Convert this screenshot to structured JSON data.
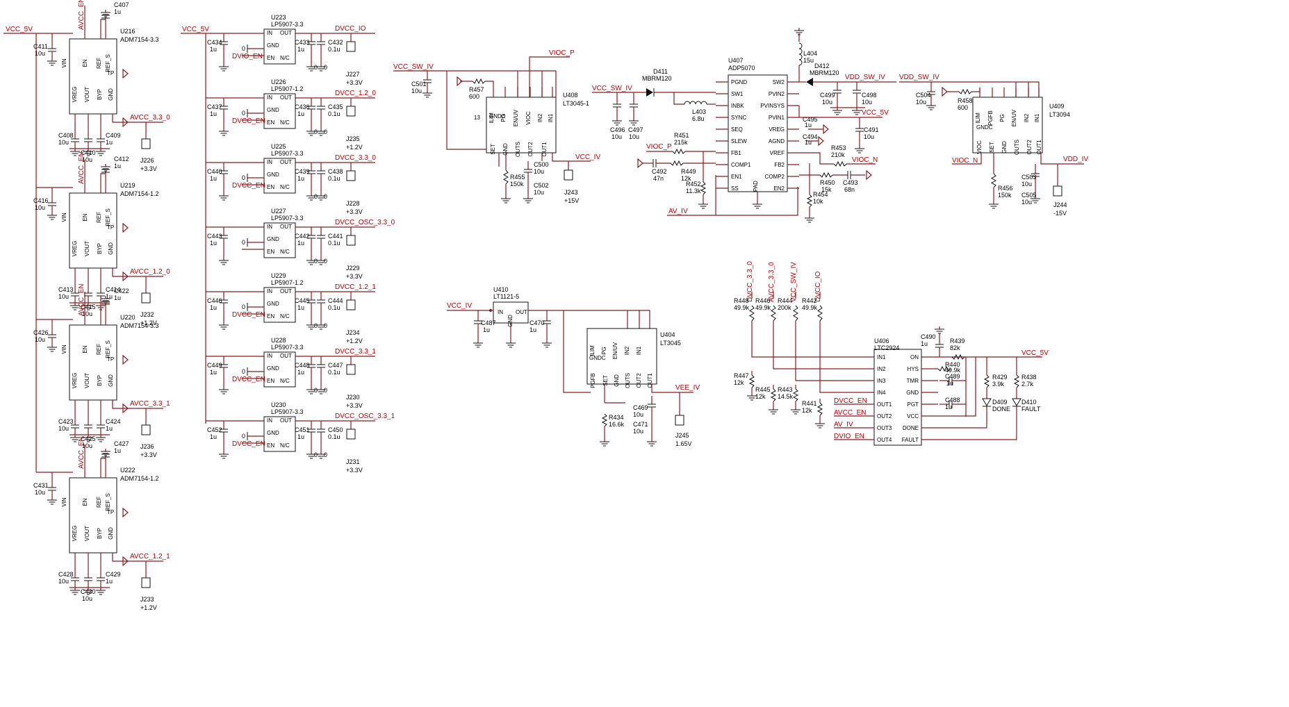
{
  "colors": {
    "wire": "#8b1a1a",
    "net": "#c00000",
    "ink": "#111111"
  },
  "adm": [
    {
      "ref": "U216",
      "part": "ADM7154-3.3",
      "cin": "C411",
      "cinv": "10u",
      "en": "AVCC_EN",
      "cref": "C407",
      "crefv": "1u",
      "c1": "C408",
      "c1v": "10u",
      "c2": "C410",
      "c2v": "10u",
      "c3": "C409",
      "c3v": "1u",
      "out": "AVCC_3.3_0",
      "jref": "J226",
      "jv": "+3.3V"
    },
    {
      "ref": "U219",
      "part": "ADM7154-1.2",
      "cin": "C416",
      "cinv": "10u",
      "en": "AVCC_EN",
      "cref": "C412",
      "crefv": "1u",
      "c1": "C413",
      "c1v": "10u",
      "c2": "C415",
      "c2v": "10u",
      "c3": "C414",
      "c3v": "1u",
      "out": "AVCC_1.2_0",
      "jref": "J232",
      "jv": "+1.2V"
    },
    {
      "ref": "U220",
      "part": "ADM7154-3.3",
      "cin": "C426",
      "cinv": "10u",
      "en": "AVCC_EN",
      "cref": "C422",
      "crefv": "1u",
      "c1": "C423",
      "c1v": "10u",
      "c2": "C425",
      "c2v": "10u",
      "c3": "C424",
      "c3v": "1u",
      "out": "AVCC_3.3_1",
      "jref": "J236",
      "jv": "+3.3V"
    },
    {
      "ref": "U222",
      "part": "ADM7154-1.2",
      "cin": "C431",
      "cinv": "10u",
      "en": "AVCC_EN",
      "cref": "C427",
      "crefv": "1u",
      "c1": "C428",
      "c1v": "10u",
      "c2": "C430",
      "c2v": "10u",
      "c3": "C429",
      "c3v": "1u",
      "out": "AVCC_1.2_1",
      "jref": "J233",
      "jv": "+1.2V"
    }
  ],
  "adm_pins": {
    "vin": "VIN",
    "en": "EN",
    "ref": "REF",
    "refs": "REF_S",
    "vreg": "VREG",
    "vout": "VOUT",
    "byp": "BYP",
    "gnd": "GND",
    "tp": "TP"
  },
  "vcc5": "VCC_5V",
  "lp": [
    {
      "ref": "U223",
      "part": "LP5907-3.3",
      "cin": "C434",
      "c1": "C433",
      "c2": "C432",
      "en": "DVIO_EN",
      "out": "DVCC_IO",
      "jref": "J227",
      "jv": "+3.3V"
    },
    {
      "ref": "U226",
      "part": "LP5907-1.2",
      "cin": "C437",
      "c1": "C436",
      "c2": "C435",
      "en": "DVCC_EN",
      "out": "DVCC_1.2_0",
      "jref": "J235",
      "jv": "+1.2V"
    },
    {
      "ref": "U225",
      "part": "LP5907-3.3",
      "cin": "C440",
      "c1": "C439",
      "c2": "C438",
      "en": "DVCC_EN",
      "out": "DVCC_3.3_0",
      "jref": "J228",
      "jv": "+3.3V"
    },
    {
      "ref": "U227",
      "part": "LP5907-3.3",
      "cin": "C443",
      "c1": "C442",
      "c2": "C441",
      "en": "",
      "out": "DVCC_OSC_3.3_0",
      "jref": "J229",
      "jv": "+3.3V"
    },
    {
      "ref": "U229",
      "part": "LP5907-1.2",
      "cin": "C446",
      "c1": "C445",
      "c2": "C444",
      "en": "DVCC_EN",
      "out": "DVCC_1.2_1",
      "jref": "J234",
      "jv": "+1.2V"
    },
    {
      "ref": "U228",
      "part": "LP5907-3.3",
      "cin": "C449",
      "c1": "C448",
      "c2": "C447",
      "en": "DVCC_EN",
      "out": "DVCC_3.3_1",
      "jref": "J230",
      "jv": "+3.3V"
    },
    {
      "ref": "U230",
      "part": "LP5907-3.3",
      "cin": "C452",
      "c1": "C451",
      "c2": "C450",
      "en": "DVCC_EN",
      "out": "DVCC_OSC_3.3_1",
      "jref": "J231",
      "jv": "+3.3V"
    }
  ],
  "lp_pins": {
    "in": "IN",
    "gnd": "GND",
    "en": "EN",
    "out": "OUT",
    "nc": "N/C"
  },
  "lp_vals": {
    "cin": "1u",
    "c1": "1u",
    "c2": "0.1u",
    "zero": "0"
  },
  "u408": {
    "ref": "U408",
    "part": "LT3045-1",
    "vin_net": "VCC_SW_IV",
    "viocp": "VIOC_P",
    "out": "VCC_IV",
    "c501": "C501",
    "c501v": "10u",
    "r457": "R457",
    "r457v": "600",
    "r455": "R455",
    "r455v": "150k",
    "c500": "C500",
    "c500v": "10u",
    "c502": "C502",
    "c502v": "10u",
    "j": "J243",
    "jv": "+15V",
    "pins": [
      "ILIM",
      "PG",
      "EN/UV",
      "VIOC",
      "IN2",
      "IN1",
      "GNDC",
      "PGFB",
      "SET",
      "GND",
      "OUTS",
      "OUT2",
      "OUT1"
    ]
  },
  "u407": {
    "ref": "U407",
    "part": "ADP5070",
    "vin_net": "VCC_SW_IV",
    "d411": "D411",
    "d411p": "MBRM120",
    "d412": "D412",
    "d412p": "MBRM120",
    "l404": "L404",
    "l404v": "15u",
    "l403": "L403",
    "l403v": "6.8u",
    "c496": "C496",
    "c496v": "10u",
    "c497": "C497",
    "c497v": "10u",
    "c499": "C499",
    "c499v": "10u",
    "c498": "C498",
    "c498v": "10u",
    "c495": "C495",
    "c495v": "1u",
    "c491": "C491",
    "c491v": "10u",
    "c494": "C494",
    "c494v": "1u",
    "c492": "C492",
    "c492v": "47n",
    "c493": "C493",
    "c493v": "68n",
    "r451": "R451",
    "r451v": "215k",
    "r449": "R449",
    "r449v": "12k",
    "r452": "R452",
    "r452v": "11.3k",
    "r453": "R453",
    "r453v": "210k",
    "r450": "R450",
    "r450v": "15k",
    "r454": "R454",
    "r454v": "10k",
    "viocp": "VIOC_P",
    "viocn": "VIOC_N",
    "av": "AV_IV",
    "vdd": "VDD_SW_IV",
    "vcc5": "VCC_5V",
    "lpins": [
      "PGND",
      "SW1",
      "INBK",
      "SYNC",
      "SEQ",
      "SLEW",
      "FB1",
      "COMP1",
      "EN1",
      "SS"
    ],
    "rpins": [
      "SW2",
      "PVIN2",
      "PVINSYS",
      "PVIN1",
      "VREG",
      "AGND",
      "VREF",
      "FB2",
      "COMP2",
      "EN2"
    ],
    "pad": "PAD"
  },
  "u409": {
    "ref": "U409",
    "part": "LT3094",
    "vin_net": "VDD_SW_IV",
    "viocn": "VIOC_N",
    "out": "VDD_IV",
    "c504": "C504",
    "c504v": "10u",
    "r458": "R458",
    "r458v": "600",
    "r456": "R456",
    "r456v": "150k",
    "c503": "C503",
    "c503v": "10u",
    "c505": "C505",
    "c505v": "10u",
    "j": "J244",
    "jv": "-15V",
    "pins": [
      "ILIM",
      "PGFB",
      "PG",
      "EN/UV",
      "IN2",
      "IN1",
      "GNDC",
      "VIOC",
      "SET",
      "GND",
      "OUTS",
      "OUT2",
      "OUT1"
    ]
  },
  "u410": {
    "ref": "U410",
    "part": "LT1121-5",
    "in_net": "VCC_IV",
    "c487": "C487",
    "c487v": "1u",
    "c470": "C470",
    "c470v": "1u",
    "in": "IN",
    "out": "OUT",
    "gnd": "GND"
  },
  "u404": {
    "ref": "U404",
    "part": "LT3045",
    "out": "VEE_IV",
    "r434": "R434",
    "r434v": "16.6k",
    "c469": "C469",
    "c469v": "10u",
    "c471": "C471",
    "c471v": "10u",
    "j": "J245",
    "jv": "1.65V",
    "pins": [
      "ILIM",
      "PG",
      "EN/UV",
      "IN2",
      "IN1",
      "GNDC",
      "PGFB",
      "SET",
      "GND",
      "OUTS",
      "OUT2",
      "OUT1"
    ]
  },
  "u406": {
    "ref": "U406",
    "part": "LTC2924",
    "nets": [
      "DVCC_3.3_0",
      "AVCC_3.3_0",
      "VCC_SW_IV",
      "DVCC_IO"
    ],
    "rtop": [
      {
        "r": "R448",
        "v": "49.9k"
      },
      {
        "r": "R446",
        "v": "49.9k"
      },
      {
        "r": "R444",
        "v": "200k"
      },
      {
        "r": "R442",
        "v": "49.9k"
      }
    ],
    "rbot": [
      {
        "r": "R447",
        "v": "12k"
      },
      {
        "r": "R445",
        "v": "12k"
      },
      {
        "r": "R443",
        "v": "14.5k"
      },
      {
        "r": "R441",
        "v": "12k"
      }
    ],
    "lpins": [
      "IN1",
      "IN2",
      "IN3",
      "IN4",
      "OUT1",
      "OUT2",
      "OUT3",
      "OUT4"
    ],
    "rpins": [
      "ON",
      "HYS",
      "TMR",
      "GND",
      "PGT",
      "VCC",
      "DONE",
      "FAULT"
    ],
    "outs": [
      "DVCC_EN",
      "AVCC_EN",
      "AV_IV",
      "DVIO_EN"
    ],
    "vcc5": "VCC_5V",
    "c490": "C490",
    "c490v": "1u",
    "r439": "R439",
    "r439v": "82k",
    "r440": "R440",
    "r440v": "49.9k",
    "c489": "C489",
    "c489v": "1u",
    "c488": "C488",
    "c488v": "1u",
    "r429": "R429",
    "r429v": "3.9k",
    "r438": "R438",
    "r438v": "2.7k",
    "d409": "D409",
    "d409l": "DONE",
    "d410": "D410",
    "d410l": "FAULT"
  }
}
